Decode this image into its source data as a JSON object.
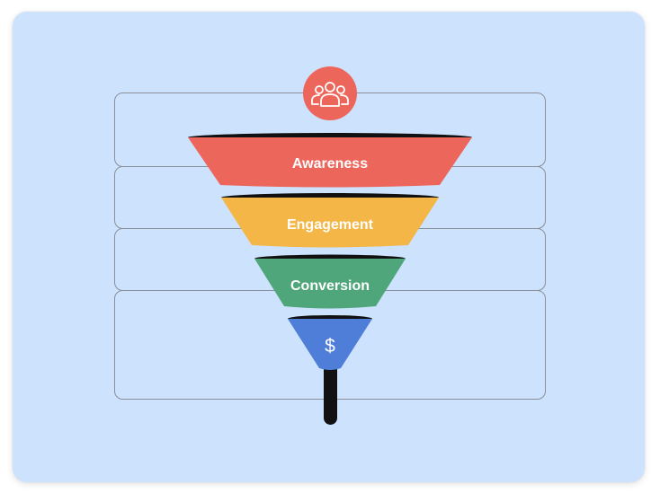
{
  "colors": {
    "background": "#cde2fd",
    "row_border": "#8a8f99",
    "rim": "#111111",
    "stem": "#111111",
    "icon_circle": "#ec665b",
    "icon_stroke": "#ffffff",
    "label_text": "#ffffff"
  },
  "top_icon": {
    "name": "users-group-icon"
  },
  "stages": [
    {
      "label": "Awareness",
      "color": "#ec665b"
    },
    {
      "label": "Engagement",
      "color": "#f4b646"
    },
    {
      "label": "Conversion",
      "color": "#4ea67a"
    },
    {
      "label": "$",
      "color": "#4f7ed8"
    }
  ]
}
